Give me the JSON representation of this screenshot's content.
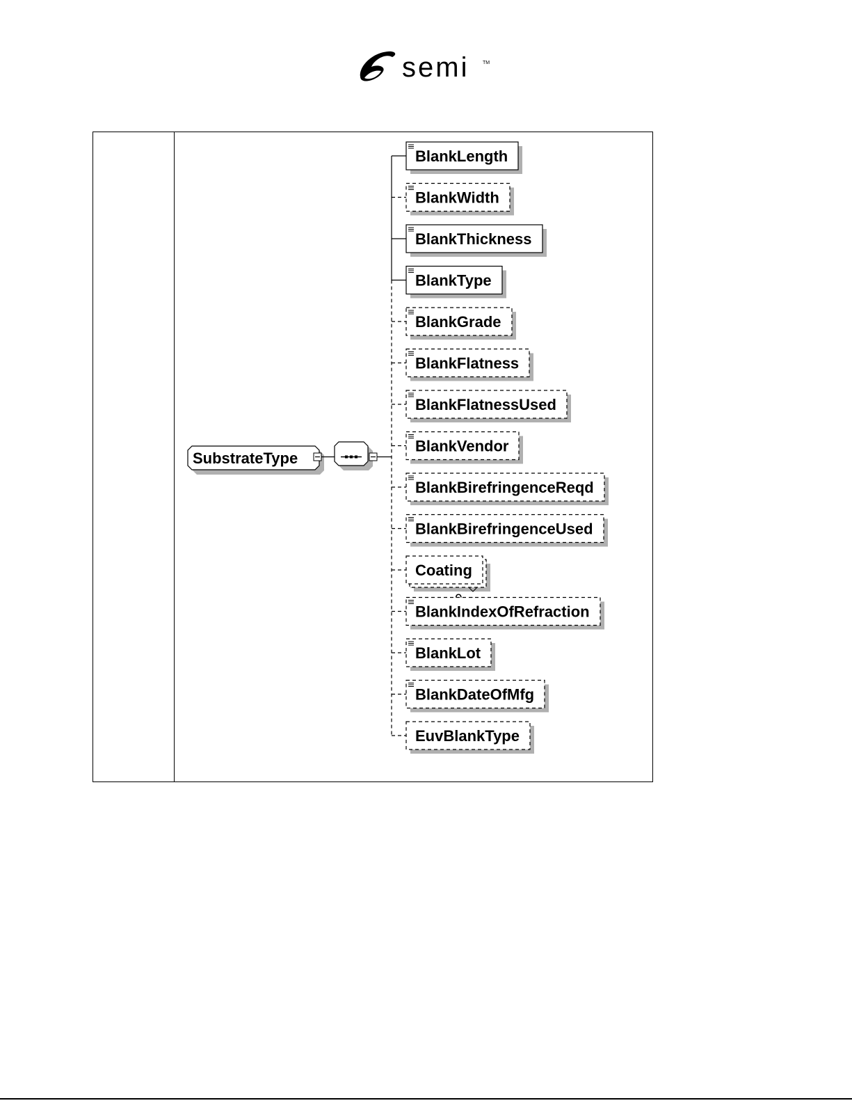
{
  "header": {
    "logo_text": "semi",
    "logo_mark": "TM"
  },
  "diagram": {
    "root": {
      "label": "SubstrateType"
    },
    "compositor": {
      "icon": "sequence-icon"
    },
    "elements": [
      {
        "label": "BlankLength",
        "required": true,
        "has_text": true
      },
      {
        "label": "BlankWidth",
        "required": false,
        "has_text": true
      },
      {
        "label": "BlankThickness",
        "required": true,
        "has_text": true
      },
      {
        "label": "BlankType",
        "required": true,
        "has_text": true
      },
      {
        "label": "BlankGrade",
        "required": false,
        "has_text": true
      },
      {
        "label": "BlankFlatness",
        "required": false,
        "has_text": true
      },
      {
        "label": "BlankFlatnessUsed",
        "required": false,
        "has_text": true
      },
      {
        "label": "BlankVendor",
        "required": false,
        "has_text": true
      },
      {
        "label": "BlankBirefringenceReqd",
        "required": false,
        "has_text": true
      },
      {
        "label": "BlankBirefringenceUsed",
        "required": false,
        "has_text": true
      },
      {
        "label": "Coating",
        "required": false,
        "has_text": false,
        "multiple": true,
        "occurrence": "0..∞"
      },
      {
        "label": "BlankIndexOfRefraction",
        "required": false,
        "has_text": true
      },
      {
        "label": "BlankLot",
        "required": false,
        "has_text": true
      },
      {
        "label": "BlankDateOfMfg",
        "required": false,
        "has_text": true
      },
      {
        "label": "EuvBlankType",
        "required": false,
        "has_text": false
      }
    ]
  }
}
